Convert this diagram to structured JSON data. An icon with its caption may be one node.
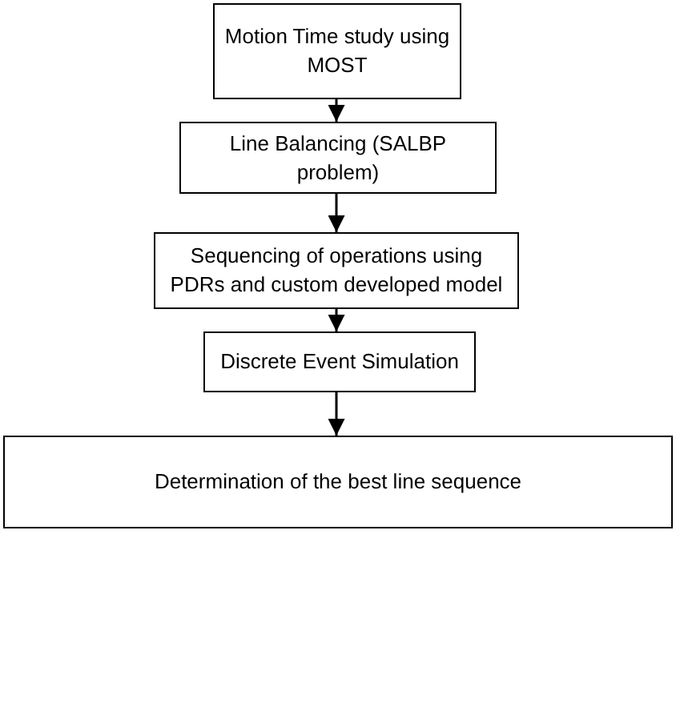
{
  "diagram": {
    "nodes": [
      {
        "text": [
          "Motion Time study using MOST"
        ]
      },
      {
        "text": [
          "Line Balancing (SALBP problem)"
        ]
      },
      {
        "text": [
          "Sequencing of operations using PDRs and custom developed model"
        ]
      },
      {
        "text": [
          "Discrete Event Simulation"
        ]
      },
      {
        "text": [
          "Determination of the best line sequence"
        ]
      }
    ],
    "edges": [
      {
        "from": 0,
        "to": 1,
        "arrow": "to"
      },
      {
        "from": 1,
        "to": 2,
        "arrow": "to"
      },
      {
        "from": 2,
        "to": 3,
        "arrow": "to"
      },
      {
        "from": 3,
        "to": 4,
        "arrow": "to"
      }
    ]
  }
}
